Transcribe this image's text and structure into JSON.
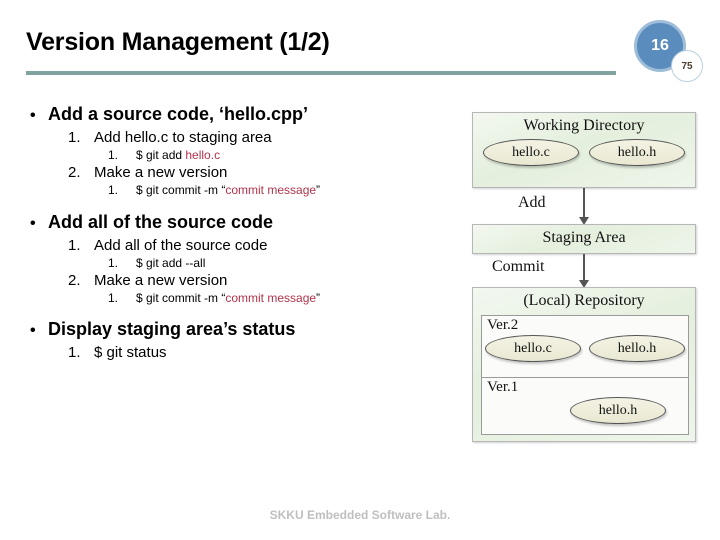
{
  "slide": {
    "title": "Version Management (1/2)",
    "page_number": "16",
    "total_pages": "75",
    "footer": "SKKU Embedded Software Lab.",
    "accent_rule_color": "#81a3a0",
    "badge_color": "#5b8cbe",
    "code_highlight_color": "#b2334a"
  },
  "sections": [
    {
      "heading": "Add a source code, ‘hello.cpp’",
      "bullet_glyph": "•",
      "steps": [
        {
          "number": "1.",
          "text": "Add hello.c to staging area",
          "commands": [
            {
              "number": "1.",
              "prefix": "$ git add ",
              "highlight": "hello.c",
              "suffix": ""
            }
          ]
        },
        {
          "number": "2.",
          "text": "Make a new version",
          "commands": [
            {
              "number": "1.",
              "prefix": "$ git commit -m “",
              "highlight": "commit message",
              "suffix": "”"
            }
          ]
        }
      ]
    },
    {
      "heading": "Add all of the source code",
      "bullet_glyph": "•",
      "steps": [
        {
          "number": "1.",
          "text": "Add all of the source code",
          "commands": [
            {
              "number": "1.",
              "prefix": "$ git add --all",
              "highlight": "",
              "suffix": ""
            }
          ]
        },
        {
          "number": "2.",
          "text": "Make a new version",
          "commands": [
            {
              "number": "1.",
              "prefix": "$ git commit -m “",
              "highlight": "commit message",
              "suffix": "”"
            }
          ]
        }
      ]
    },
    {
      "heading": "Display staging area’s status",
      "bullet_glyph": "•",
      "steps": [
        {
          "number": "1.",
          "text": "$ git status",
          "commands": []
        }
      ]
    }
  ],
  "diagram": {
    "working_directory": {
      "title": "Working Directory",
      "files": [
        "hello.c",
        "hello.h"
      ]
    },
    "arrow_add_label": "Add",
    "staging_area": {
      "title": "Staging Area"
    },
    "arrow_commit_label": "Commit",
    "repository": {
      "title": "(Local) Repository",
      "versions": [
        {
          "label": "Ver.2",
          "files": [
            "hello.c",
            "hello.h"
          ]
        },
        {
          "label": "Ver.1",
          "files": [
            "hello.h"
          ]
        }
      ]
    }
  }
}
